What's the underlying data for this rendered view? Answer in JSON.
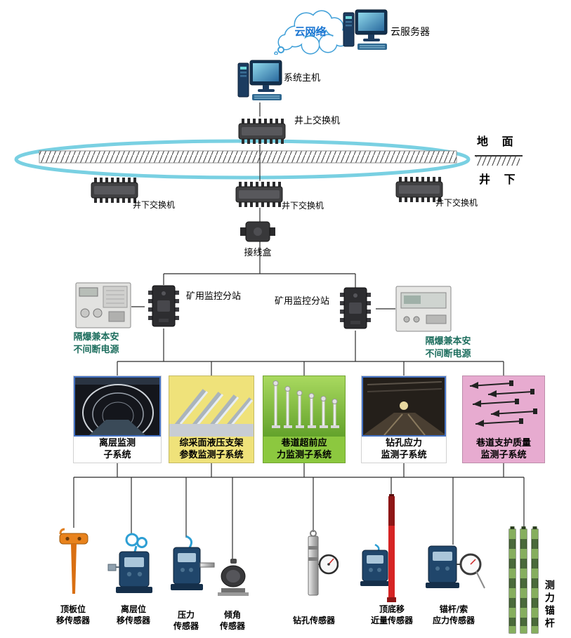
{
  "nodes": {
    "cloud": {
      "label": "云网络"
    },
    "cloud_server": {
      "label": "云服务器"
    },
    "host": {
      "label": "系统主机"
    },
    "surface_switch": {
      "label": "井上交换机"
    },
    "junction_box": {
      "label": "接线盒"
    }
  },
  "ground": {
    "surface": "地 面",
    "underground": "井 下"
  },
  "underground_switches": [
    {
      "label": "井下交换机"
    },
    {
      "label": "井下交换机"
    },
    {
      "label": "井下交换机"
    }
  ],
  "substations": [
    {
      "label": "矿用监控分站"
    },
    {
      "label": "矿用监控分站"
    }
  ],
  "ups_units": [
    {
      "label": "隔爆兼本安\n不间断电源"
    },
    {
      "label": "隔爆兼本安\n不间断电源"
    }
  ],
  "subsystems": [
    {
      "label": "离层监测\n子系统"
    },
    {
      "label": "综采面液压支架\n参数监测子系统"
    },
    {
      "label": "巷道超前应\n力监测子系统"
    },
    {
      "label": "钻孔应力\n监测子系统"
    },
    {
      "label": "巷道支护质量\n监测子系统"
    }
  ],
  "sensors": [
    {
      "label": "顶板位\n移传感器"
    },
    {
      "label": "离层位\n移传感器"
    },
    {
      "label": "压力\n传感器"
    },
    {
      "label": "倾角\n传感器"
    },
    {
      "label": "钻孔传感器"
    },
    {
      "label": "顶底移\n近量传感器"
    },
    {
      "label": "锚杆/索\n应力传感器"
    },
    {
      "label": "测力锚杆"
    }
  ],
  "colors": {
    "ring": "#79d0e2",
    "cloud_outline": "#3f9fd8",
    "cloud_text": "#1a75d2",
    "ups_label_text": "#1d6e5e",
    "subsystem_yellow": "#efe27a",
    "subsystem_green": "#8cc83f",
    "subsystem_pink": "#e7abd0",
    "accent_blue_border": "#4472c4",
    "sensor_orange": "#e8821c",
    "sensor_navy": "#20466b",
    "pole_red": "#d62424",
    "rod_green": "#4a6a3a"
  }
}
